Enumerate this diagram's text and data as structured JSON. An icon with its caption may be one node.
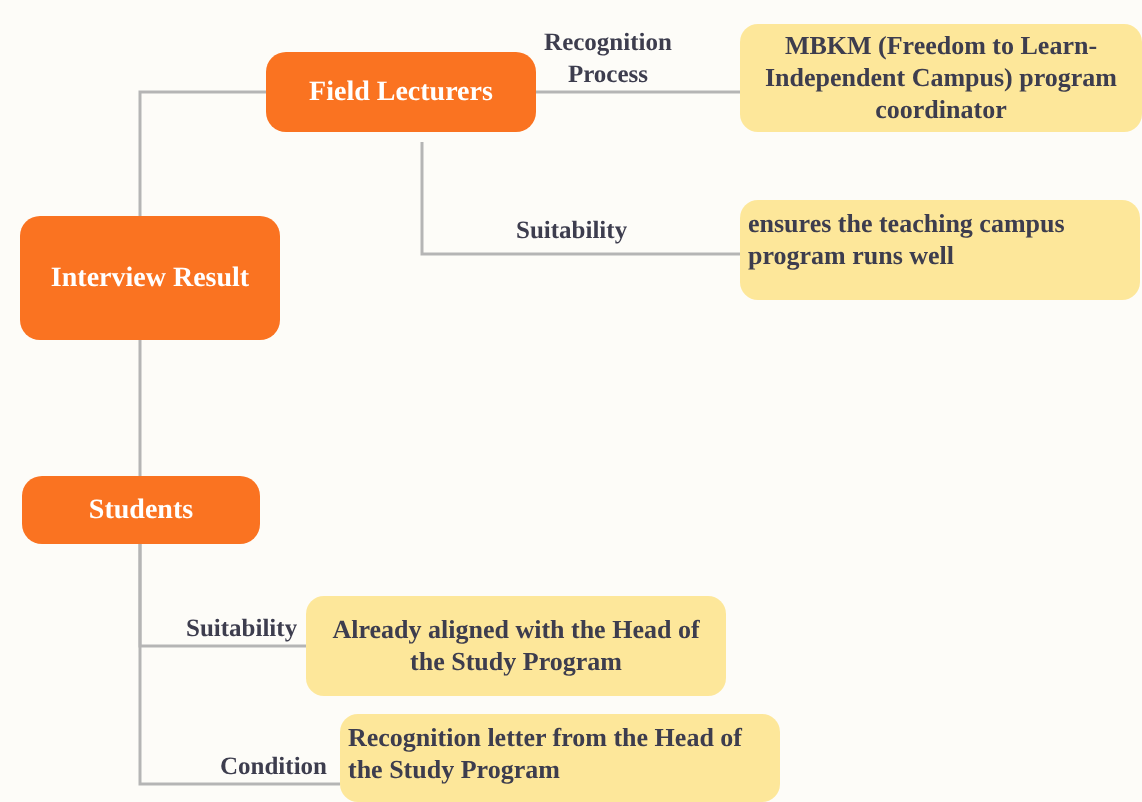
{
  "diagram": {
    "nodes": [
      {
        "text": [
          "Interview Result"
        ]
      },
      {
        "text": [
          "Field Lecturers"
        ]
      },
      {
        "text": [
          "MBKM (Freedom to Learn-Independent Campus) program coordinator"
        ]
      },
      {
        "text": [
          "ensures the teaching campus program runs well"
        ]
      },
      {
        "text": [
          "Students"
        ]
      },
      {
        "text": [
          "Already aligned with the Head of the Study Program"
        ]
      },
      {
        "text": [
          "Recognition letter from the Head of the Study Program"
        ]
      }
    ],
    "edges": [
      {
        "from": 0,
        "to": 1,
        "arrow": "none"
      },
      {
        "from": 1,
        "to": 2,
        "arrow": "none",
        "label": "Recognition Process"
      },
      {
        "from": 1,
        "to": 3,
        "arrow": "none",
        "label": "Suitability"
      },
      {
        "from": 0,
        "to": 4,
        "arrow": "none"
      },
      {
        "from": 4,
        "to": 5,
        "arrow": "none",
        "label": "Suitability"
      },
      {
        "from": 4,
        "to": 6,
        "arrow": "none",
        "label": "Condition"
      }
    ]
  }
}
